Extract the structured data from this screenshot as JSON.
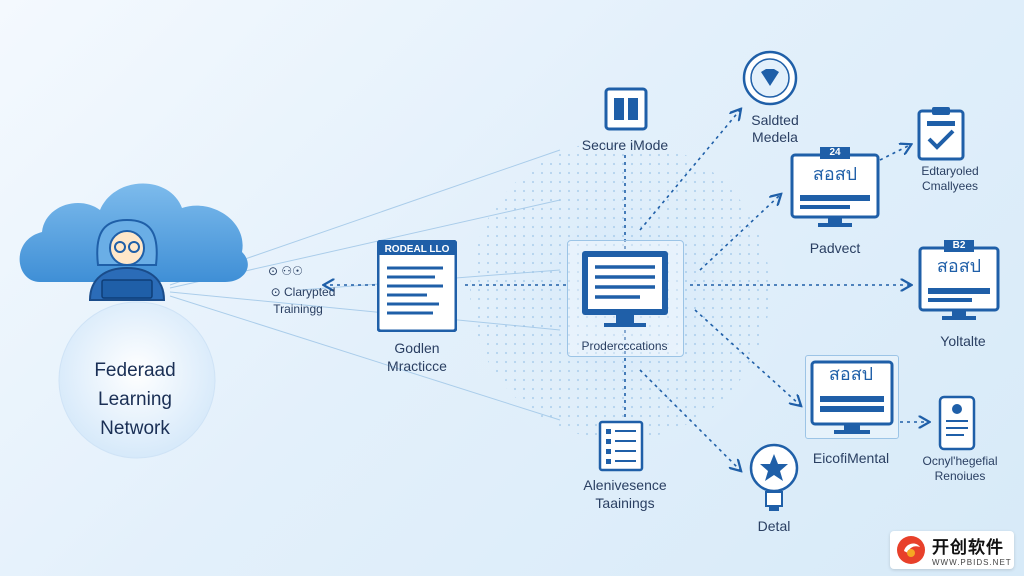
{
  "hub": {
    "title_lines": [
      "Federaad",
      "Learning",
      "Network"
    ]
  },
  "labels": {
    "encrypted_icon": "⊙ ⚇☉",
    "encrypted": "⊙ Clarypted",
    "training": "Trainingg",
    "doc_header": "RODEAL LLO",
    "golden": "Godlen",
    "practice": "Mracticce",
    "secure_mode": "Secure iMode",
    "predictions": "Prodercccations",
    "alivenesse": "Alenivesence",
    "tainings": "Taainings",
    "salted": "Saldted",
    "medela": "Medela",
    "padvect": "Padvect",
    "monitor1_badge": "24",
    "monitor1_code": "สอสป",
    "earlyroled": "Edtaryoled",
    "emallyees": "Cmallyees",
    "monitor2_badge": "B2",
    "monitor2_code": "สอสป",
    "yoitalte": "Yoltalte",
    "monitor3_code": "สอสป",
    "eicofimental": "EicofiMental",
    "ocryheferial": "Ocnyl'hegefial",
    "renolues": "Renoiues",
    "detal": "Detal"
  },
  "watermark": {
    "brand": "开创软件",
    "url": "WWW.PBIDS.NET"
  },
  "colors": {
    "primary": "#1f5fa8",
    "light": "#5aa2dc",
    "cloud": "#5ea8e2",
    "bg": "#e6f2fc"
  }
}
